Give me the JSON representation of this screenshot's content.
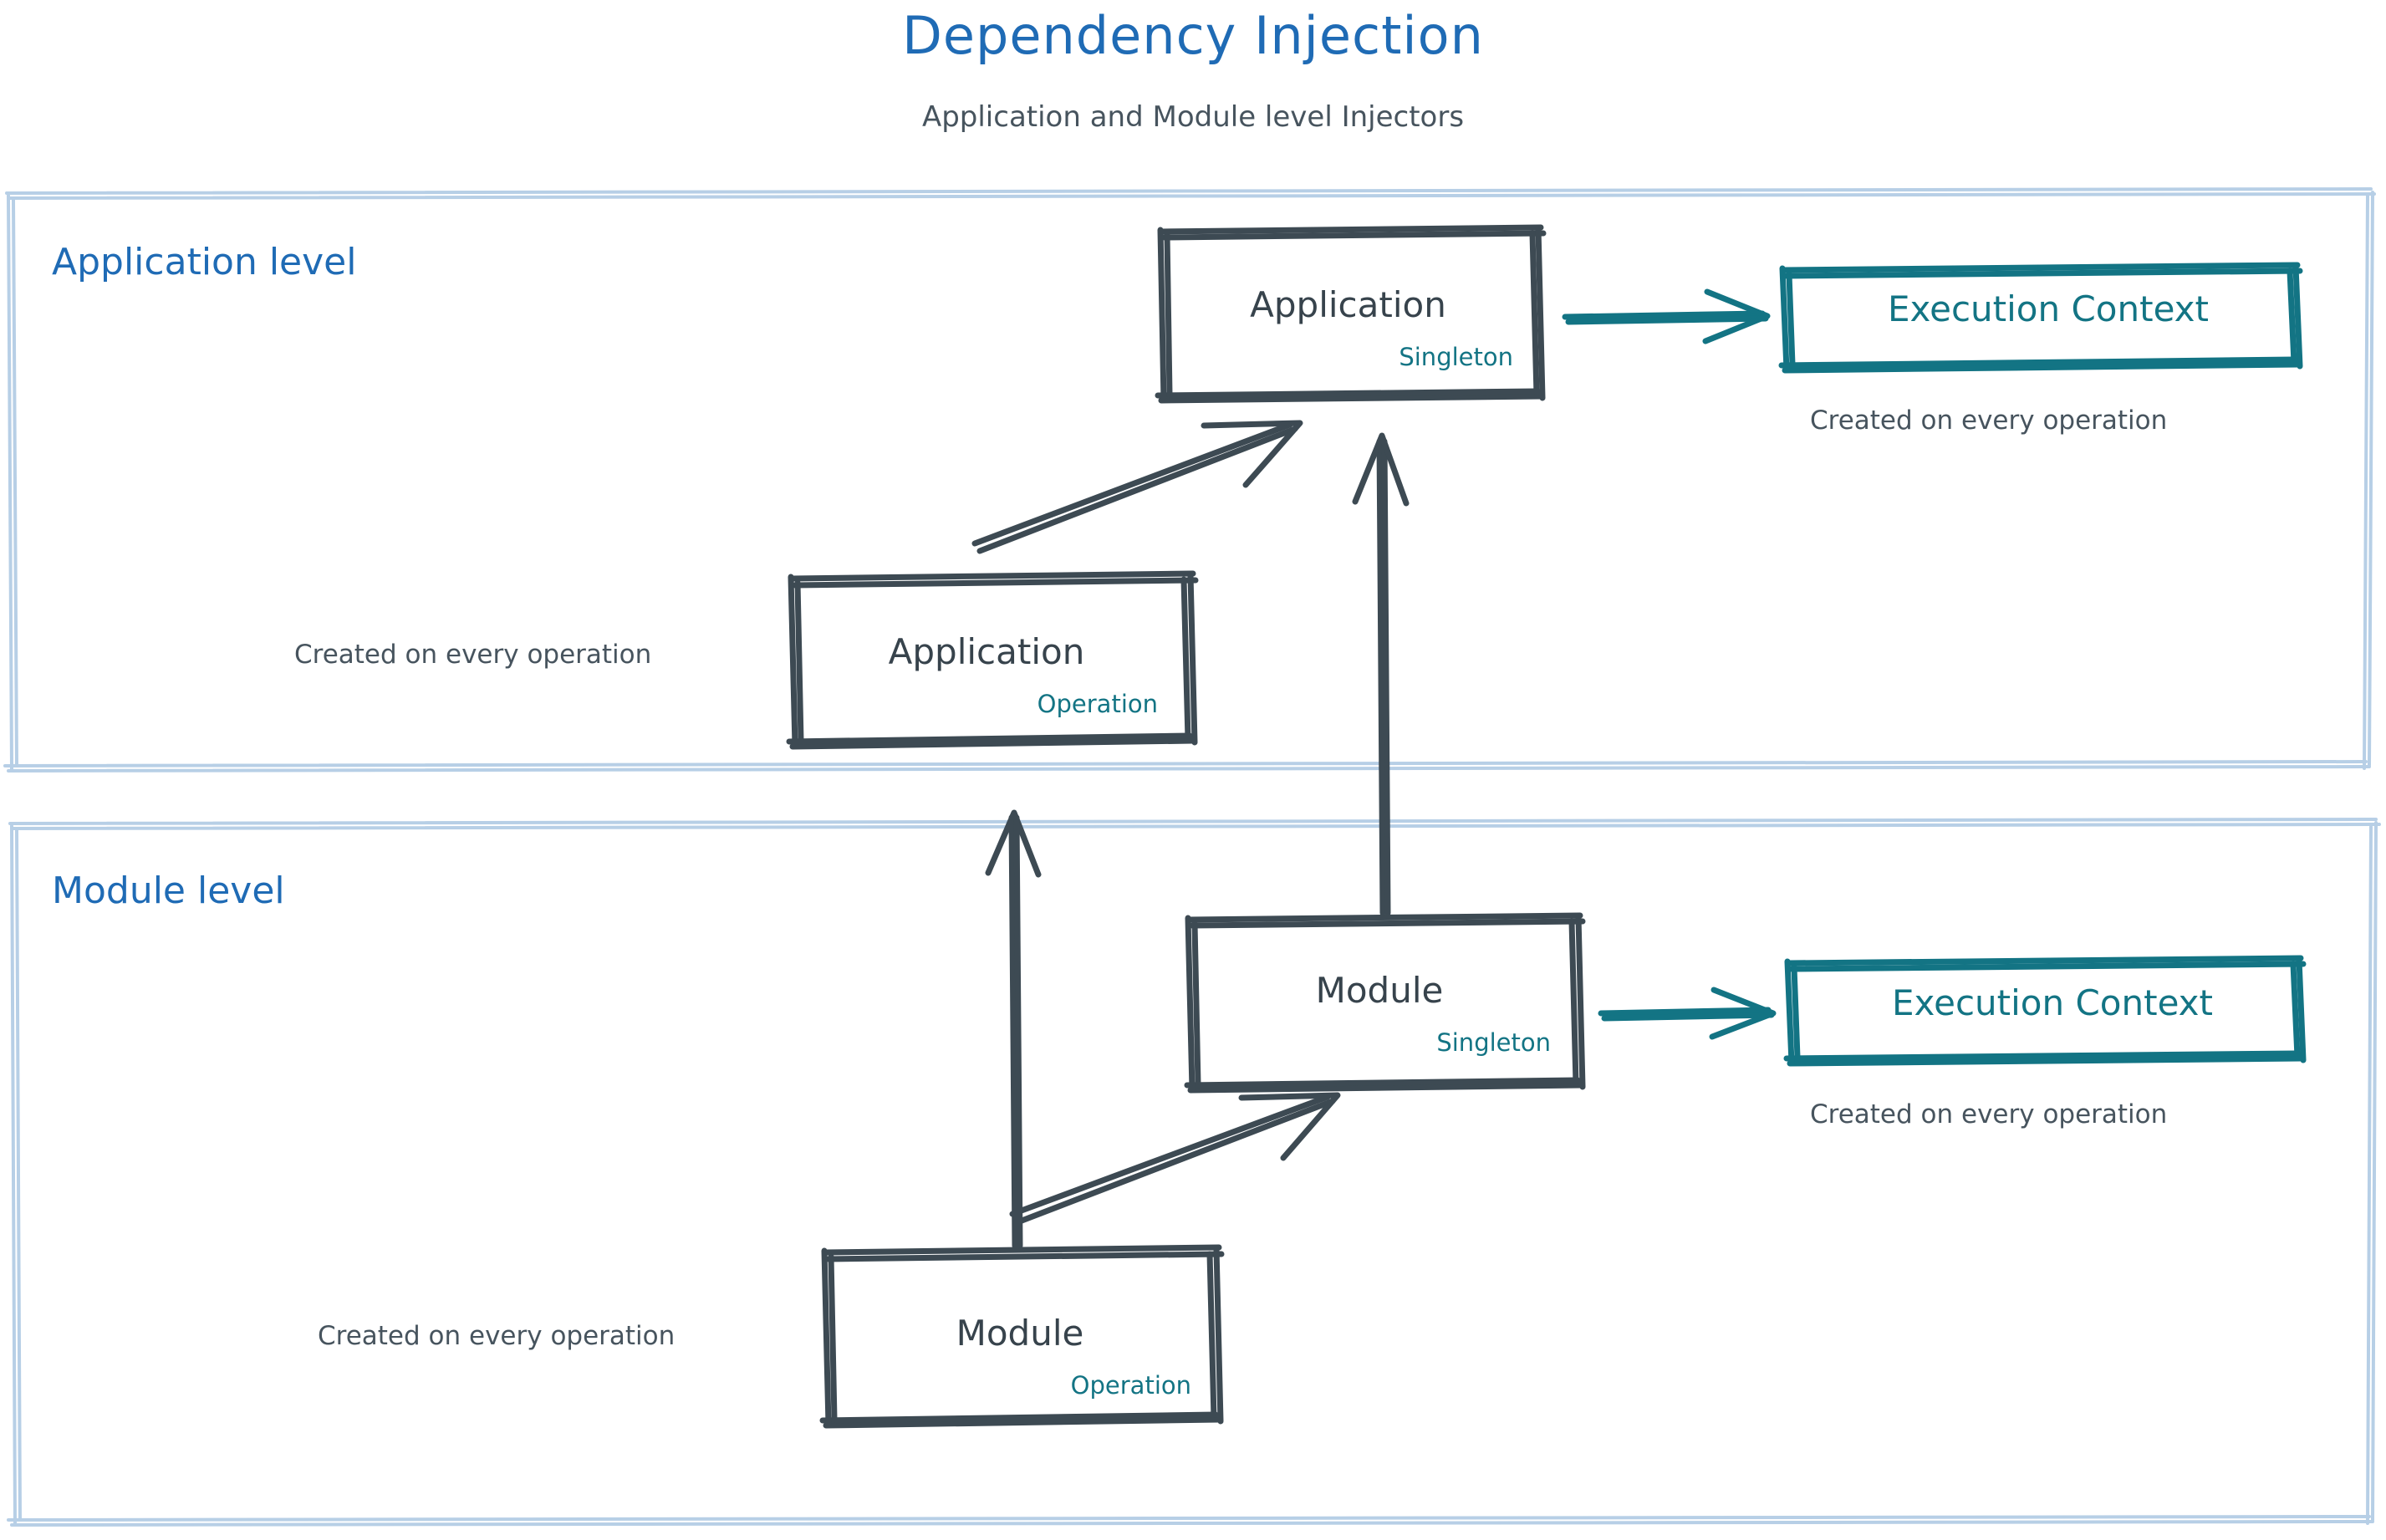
{
  "header": {
    "title": "Dependency Injection",
    "subtitle": "Application and Module level Injectors"
  },
  "colors": {
    "title_blue": "#1f6bb5",
    "level_label_blue": "#1f6bb5",
    "container_border": "#b7cfe6",
    "node_stroke": "#3d4a53",
    "node_text": "#37434c",
    "accent_teal": "#137484",
    "caption_gray": "#47545e",
    "background": "#ffffff"
  },
  "containers": [
    {
      "id": "application-level",
      "label": "Application level"
    },
    {
      "id": "module-level",
      "label": "Module level"
    }
  ],
  "nodes": [
    {
      "id": "application-singleton",
      "title": "Application",
      "scope": "Singleton",
      "level": "Application level"
    },
    {
      "id": "application-operation",
      "title": "Application",
      "scope": "Operation",
      "level": "Application level"
    },
    {
      "id": "execution-context-application",
      "title": "Execution Context",
      "level": "Application level"
    },
    {
      "id": "module-singleton",
      "title": "Module",
      "scope": "Singleton",
      "level": "Module level"
    },
    {
      "id": "module-operation",
      "title": "Module",
      "scope": "Operation",
      "level": "Module level"
    },
    {
      "id": "execution-context-module",
      "title": "Execution Context",
      "level": "Module level"
    }
  ],
  "captions": {
    "execution_context_application": "Created on every operation",
    "execution_context_module": "Created on every operation",
    "application_operation": "Created on every operation",
    "module_operation": "Created on every operation"
  },
  "edges": [
    {
      "id": "app-singleton-to-ec",
      "from": "application-singleton",
      "to": "execution-context-application",
      "style": "teal-arrow"
    },
    {
      "id": "app-operation-to-app-singleton",
      "from": "application-operation",
      "to": "application-singleton",
      "style": "dark-arrow"
    },
    {
      "id": "module-singleton-to-app-singleton",
      "from": "module-singleton",
      "to": "application-singleton",
      "style": "dark-arrow"
    },
    {
      "id": "module-singleton-to-ec",
      "from": "module-singleton",
      "to": "execution-context-module",
      "style": "teal-arrow"
    },
    {
      "id": "module-operation-to-module-singleton",
      "from": "module-operation",
      "to": "module-singleton",
      "style": "dark-arrow"
    },
    {
      "id": "module-operation-to-app-operation",
      "from": "module-operation",
      "to": "application-operation",
      "style": "dark-arrow"
    }
  ]
}
